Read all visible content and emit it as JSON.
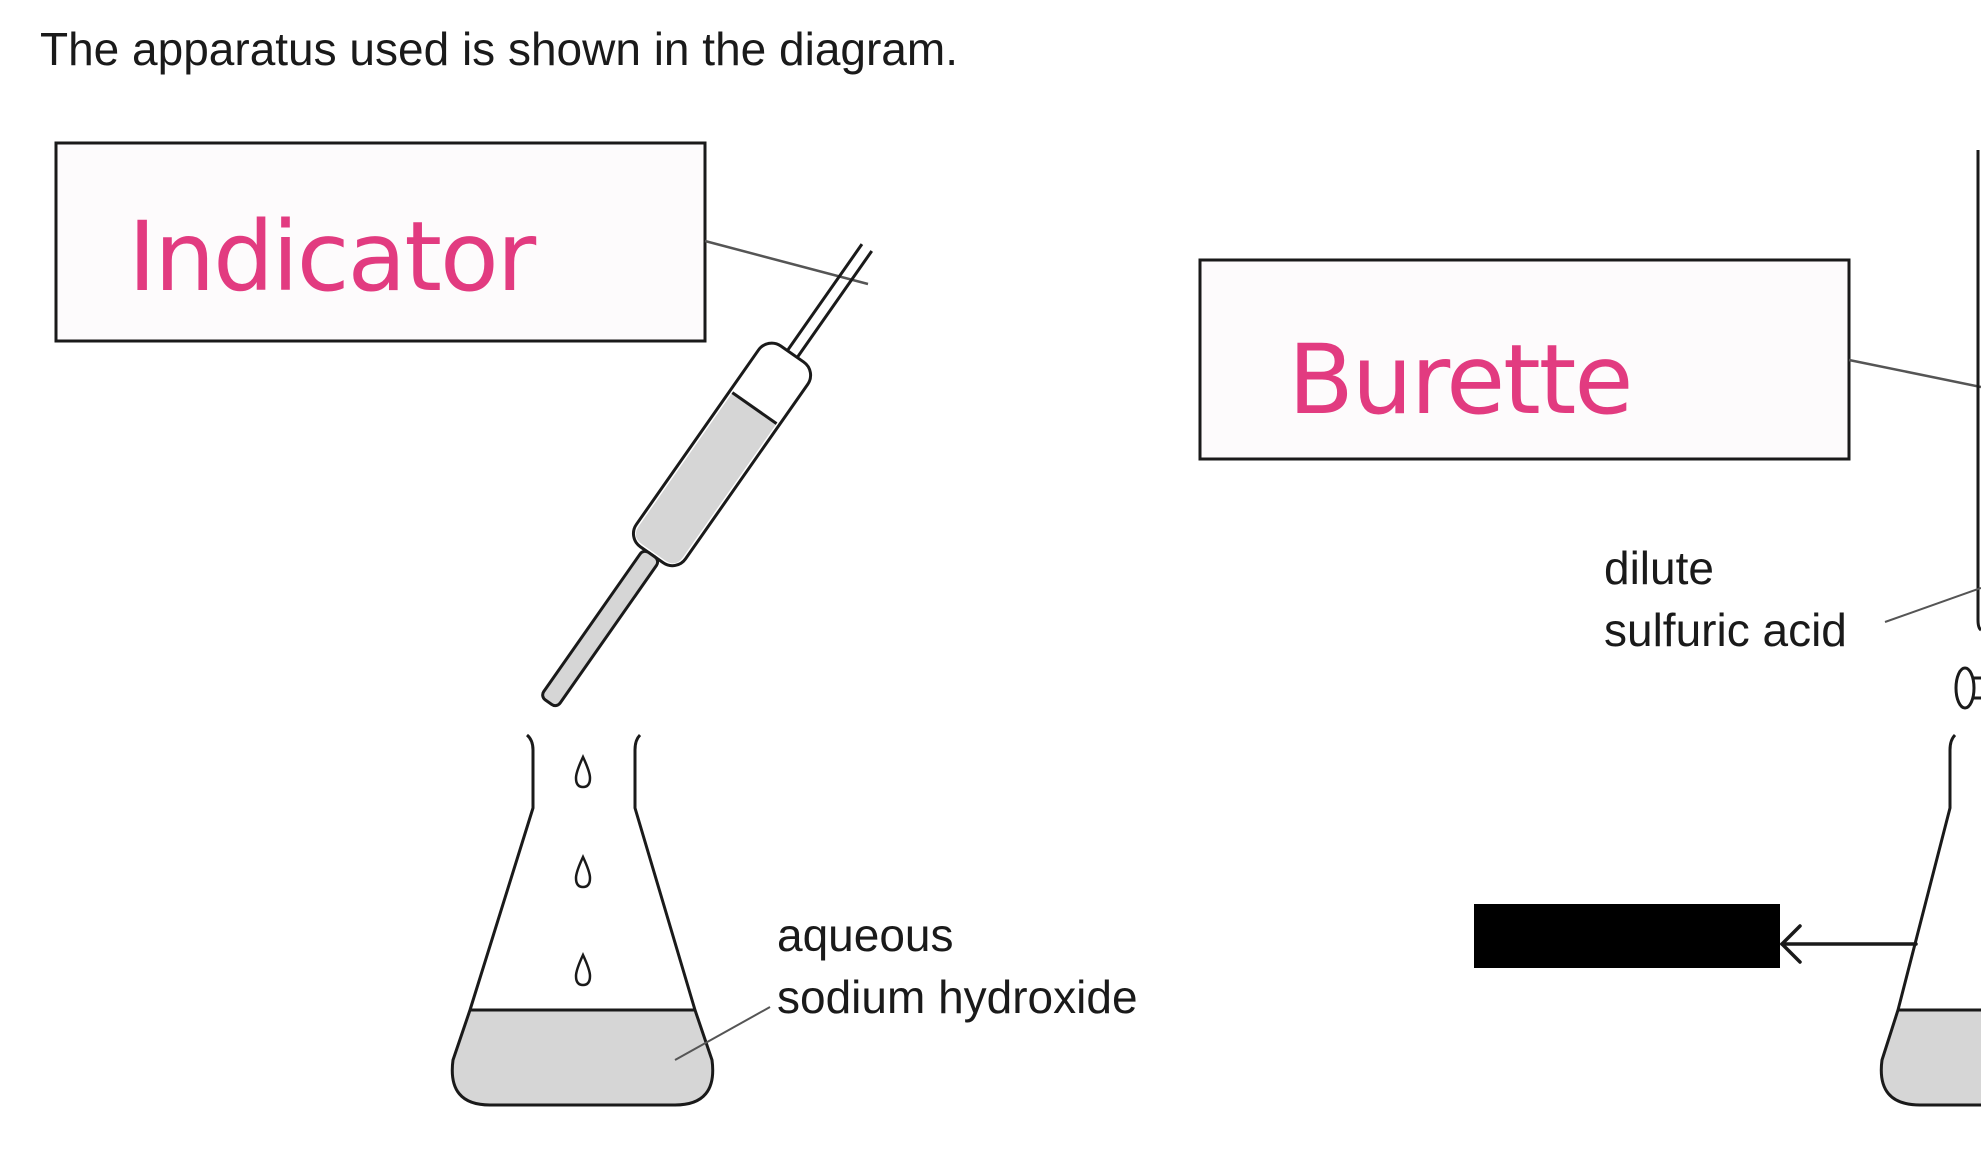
{
  "intro_text": "The apparatus used is shown in the diagram.",
  "answers": {
    "left_box": "Indicator",
    "right_box": "Burette"
  },
  "labels": {
    "flask_contents_line1": "aqueous",
    "flask_contents_line2": "sodium hydroxide",
    "burette_contents_line1": "dilute",
    "burette_contents_line2": "sulfuric acid"
  },
  "colors": {
    "handwriting": "#e23b80",
    "liquid_fill": "#d6d6d6",
    "outline": "#1a1a1a",
    "redaction": "#000000"
  }
}
